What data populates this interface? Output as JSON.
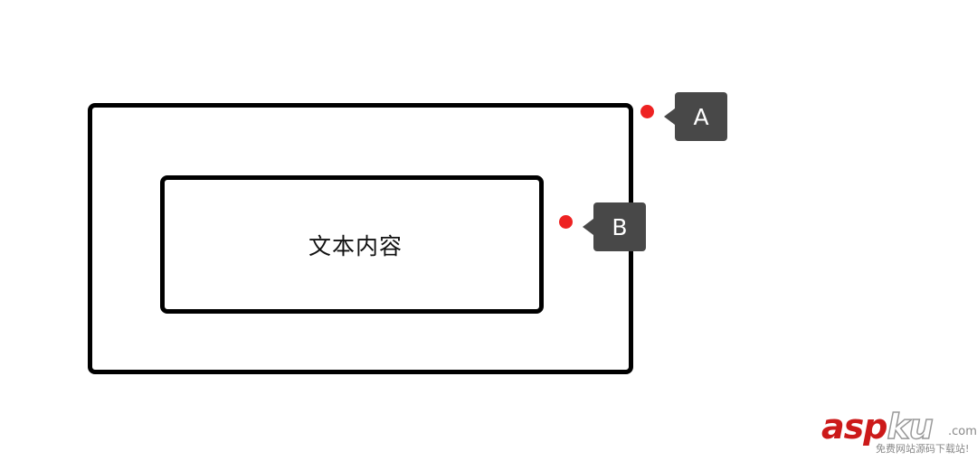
{
  "diagram": {
    "inner_box_text": "文本内容",
    "markers": [
      {
        "label": "A",
        "color": "#ee2222"
      },
      {
        "label": "B",
        "color": "#ee2222"
      }
    ],
    "callout_color": "#484848",
    "box_border_color": "#000000"
  },
  "watermark": {
    "brand_red": "asp",
    "brand_outline": "ku",
    "domain": ".com",
    "tagline": "免费网站源码下载站!"
  }
}
